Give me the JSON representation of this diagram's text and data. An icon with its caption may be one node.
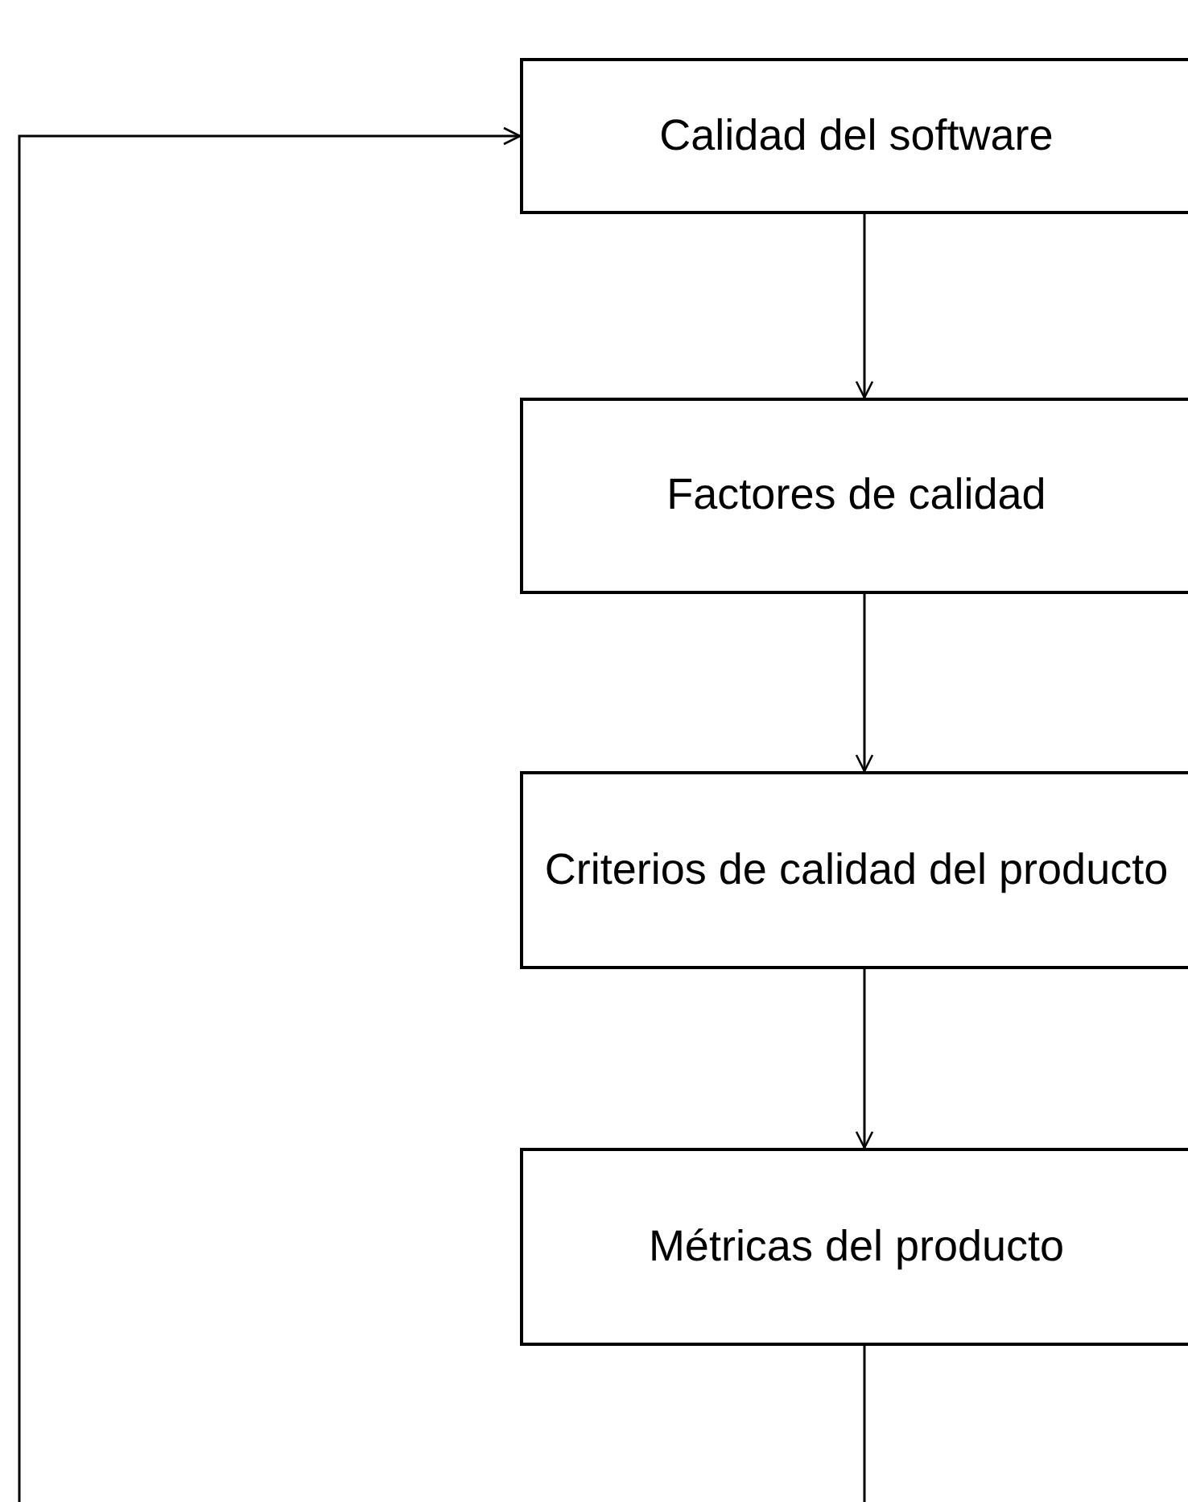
{
  "diagram": {
    "nodes": [
      {
        "text": [
          "Calidad del software"
        ]
      },
      {
        "text": [
          "Factores de calidad"
        ]
      },
      {
        "text": [
          "Criterios de calidad del producto"
        ]
      },
      {
        "text": [
          "Métricas del producto"
        ]
      }
    ],
    "edges": [
      {
        "from": 0,
        "to": 1,
        "arrow": "to"
      },
      {
        "from": 1,
        "to": 2,
        "arrow": "to"
      },
      {
        "from": 2,
        "to": 3,
        "arrow": "to"
      },
      {
        "from": 3,
        "to": null,
        "arrow": "none"
      },
      {
        "from": null,
        "to": 0,
        "arrow": "to"
      }
    ]
  }
}
